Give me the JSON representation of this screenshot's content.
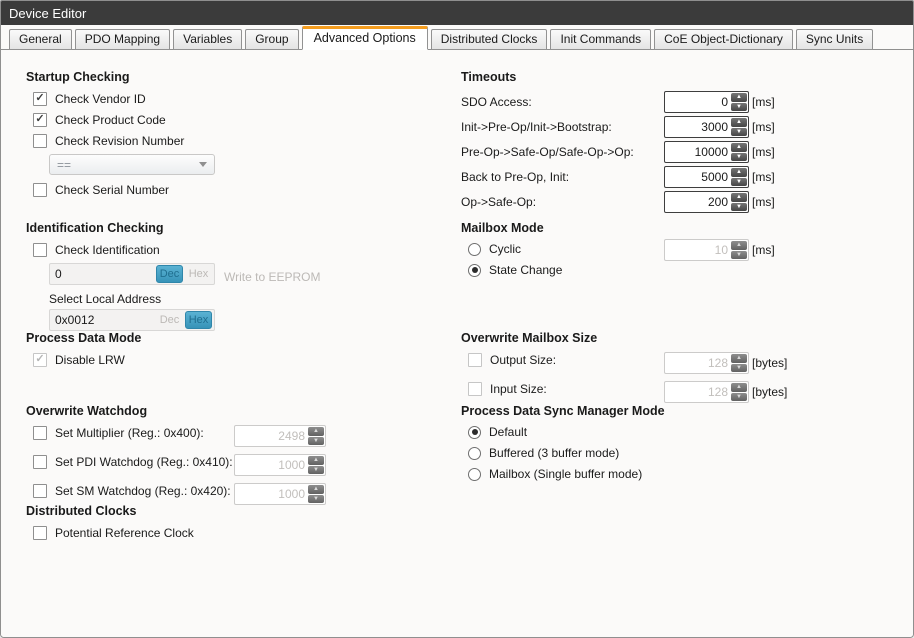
{
  "window": {
    "title": "Device Editor"
  },
  "tabs": [
    {
      "label": "General"
    },
    {
      "label": "PDO Mapping"
    },
    {
      "label": "Variables"
    },
    {
      "label": "Group"
    },
    {
      "label": "Advanced Options",
      "active": true
    },
    {
      "label": "Distributed Clocks"
    },
    {
      "label": "Init Commands"
    },
    {
      "label": "CoE Object-Dictionary"
    },
    {
      "label": "Sync Units"
    }
  ],
  "colors": {
    "titlebar": "#3b3b3b",
    "accent_orange": "#f59d1e",
    "accent_teal": "#3793b8",
    "disabled_text": "#c2bfbc"
  },
  "left": {
    "startup_checking": {
      "title": "Startup Checking",
      "check_vendor_id": "Check Vendor ID",
      "check_product_code": "Check Product Code",
      "check_revision_number": "Check Revision Number",
      "revision_operator": "==",
      "check_serial_number": "Check Serial Number"
    },
    "identification": {
      "title": "Identification Checking",
      "check_identification": "Check Identification",
      "value": "0",
      "dec_label": "Dec",
      "hex_label": "Hex",
      "write_eeprom": "Write to EEPROM",
      "local_address_label": "Select Local Address",
      "local_address_value": "0x0012"
    },
    "process_data_mode": {
      "title": "Process Data Mode",
      "disable_lrw": "Disable LRW"
    },
    "overwrite_watchdog": {
      "title": "Overwrite Watchdog",
      "rows": [
        {
          "label": "Set Multiplier (Reg.: 0x400):",
          "value": "2498"
        },
        {
          "label": "Set PDI Watchdog (Reg.: 0x410):",
          "value": "1000"
        },
        {
          "label": "Set SM Watchdog (Reg.: 0x420):",
          "value": "1000"
        }
      ]
    },
    "distributed_clocks": {
      "title": "Distributed Clocks",
      "potential_reference_clock": "Potential Reference Clock"
    }
  },
  "right": {
    "timeouts": {
      "title": "Timeouts",
      "rows": [
        {
          "label": "SDO Access:",
          "value": "0",
          "unit": "[ms]"
        },
        {
          "label": "Init->Pre-Op/Init->Bootstrap:",
          "value": "3000",
          "unit": "[ms]"
        },
        {
          "label": "Pre-Op->Safe-Op/Safe-Op->Op:",
          "value": "10000",
          "unit": "[ms]"
        },
        {
          "label": "Back to Pre-Op, Init:",
          "value": "5000",
          "unit": "[ms]"
        },
        {
          "label": "Op->Safe-Op:",
          "value": "200",
          "unit": "[ms]"
        }
      ]
    },
    "mailbox_mode": {
      "title": "Mailbox Mode",
      "cyclic": "Cyclic",
      "cyclic_value": "10",
      "cyclic_unit": "[ms]",
      "state_change": "State Change"
    },
    "overwrite_mailbox_size": {
      "title": "Overwrite Mailbox Size",
      "rows": [
        {
          "label": "Output Size:",
          "value": "128",
          "unit": "[bytes]"
        },
        {
          "label": "Input Size:",
          "value": "128",
          "unit": "[bytes]"
        }
      ]
    },
    "pd_sync_manager_mode": {
      "title": "Process Data Sync Manager Mode",
      "options": [
        {
          "label": "Default",
          "selected": true
        },
        {
          "label": "Buffered (3 buffer mode)",
          "selected": false
        },
        {
          "label": "Mailbox (Single buffer mode)",
          "selected": false
        }
      ]
    }
  }
}
